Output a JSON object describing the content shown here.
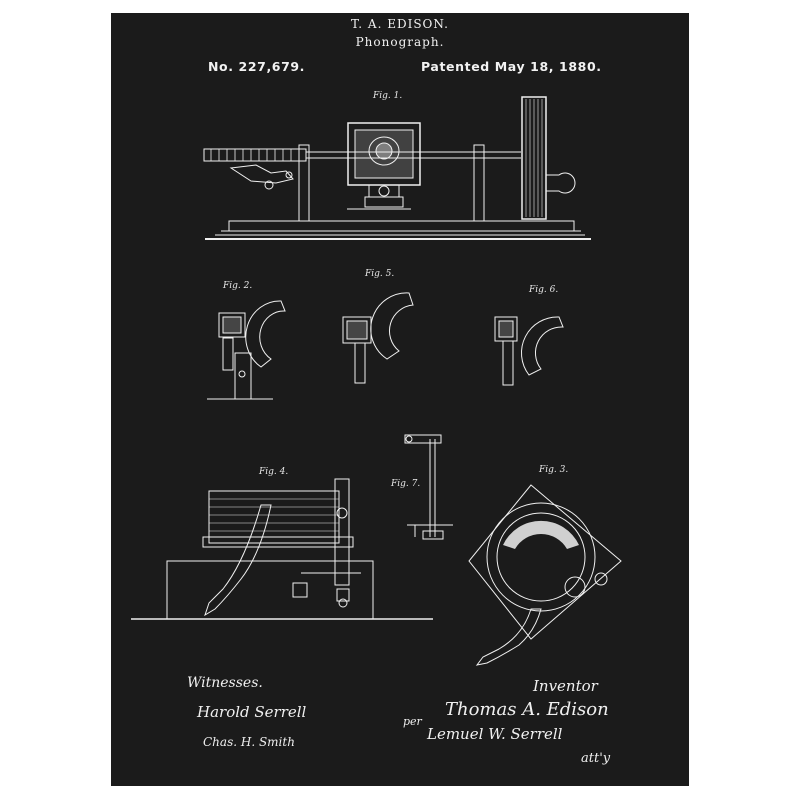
{
  "patent": {
    "inventor_heading": "T. A. EDISON.",
    "invention": "Phonograph.",
    "number": "No. 227,679.",
    "date": "Patented May 18, 1880."
  },
  "figures": {
    "fig1": "Fig. 1.",
    "fig2": "Fig. 2.",
    "fig5": "Fig. 5.",
    "fig6": "Fig. 6.",
    "fig4": "Fig. 4.",
    "fig7": "Fig. 7.",
    "fig3": "Fig. 3."
  },
  "signatures": {
    "witnesses_label": "Witnesses.",
    "witness_1": "Harold Serrell",
    "witness_2": "Chas. H. Smith",
    "inventor_label": "Inventor",
    "inventor_name": "Thomas A. Edison",
    "per": "per",
    "attorney_name": "Lemuel W. Serrell",
    "attorney_suffix": "att'y"
  },
  "colors": {
    "background": "#1b1b1b",
    "ink": "#f2f2f2"
  }
}
